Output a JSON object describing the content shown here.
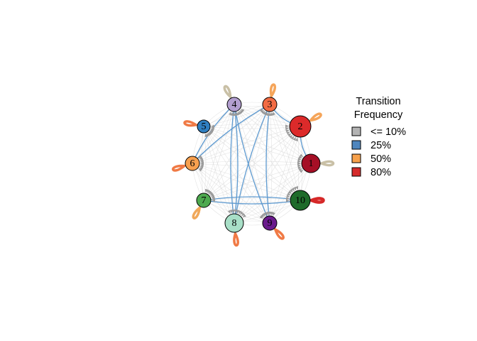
{
  "legend": {
    "title_line1": "Transition",
    "title_line2": "Frequency",
    "items": [
      {
        "label": "<= 10%",
        "color": "#b3b3b3"
      },
      {
        "label": "25%",
        "color": "#4f86be"
      },
      {
        "label": "50%",
        "color": "#f7a14c"
      },
      {
        "label": "80%",
        "color": "#d52b2b"
      }
    ]
  },
  "nodes": [
    {
      "id": "1",
      "color": "#a50f26"
    },
    {
      "id": "2",
      "color": "#dc2a2a"
    },
    {
      "id": "3",
      "color": "#f26b43"
    },
    {
      "id": "4",
      "color": "#b39fd0"
    },
    {
      "id": "5",
      "color": "#2f7fc1"
    },
    {
      "id": "6",
      "color": "#f7a04f"
    },
    {
      "id": "7",
      "color": "#4ea94f"
    },
    {
      "id": "8",
      "color": "#a8dfc7"
    },
    {
      "id": "9",
      "color": "#6a1a8c"
    },
    {
      "id": "10",
      "color": "#1e6b2a"
    }
  ],
  "self_loops": [
    {
      "node": "1",
      "color": "#c9c0a6"
    },
    {
      "node": "2",
      "color": "#f5a55a"
    },
    {
      "node": "3",
      "color": "#f5a55a"
    },
    {
      "node": "4",
      "color": "#c9c0a6"
    },
    {
      "node": "5",
      "color": "#f07a45"
    },
    {
      "node": "6",
      "color": "#f07a45"
    },
    {
      "node": "7",
      "color": "#f0a85a"
    },
    {
      "node": "8",
      "color": "#f07a45"
    },
    {
      "node": "9",
      "color": "#f07a45"
    },
    {
      "node": "10",
      "color": "#d62828"
    }
  ],
  "highlighted_edges": [
    {
      "from": "3",
      "to": "2",
      "color": "#5e9ad0"
    },
    {
      "from": "3",
      "to": "9",
      "color": "#5e9ad0"
    },
    {
      "from": "4",
      "to": "8",
      "color": "#5e9ad0"
    },
    {
      "from": "4",
      "to": "9",
      "color": "#5e9ad0"
    },
    {
      "from": "4",
      "to": "6",
      "color": "#5e9ad0"
    },
    {
      "from": "3",
      "to": "6",
      "color": "#5e9ad0"
    },
    {
      "from": "3",
      "to": "8",
      "color": "#5e9ad0"
    },
    {
      "from": "2",
      "to": "1",
      "color": "#5e9ad0"
    },
    {
      "from": "7",
      "to": "10",
      "color": "#5e9ad0"
    },
    {
      "from": "10",
      "to": "7",
      "color": "#5e9ad0"
    },
    {
      "from": "8",
      "to": "4",
      "color": "#5e9ad0"
    }
  ],
  "background_edge_color": "#d9d9d9",
  "arrow_color": "#9a9a9a"
}
